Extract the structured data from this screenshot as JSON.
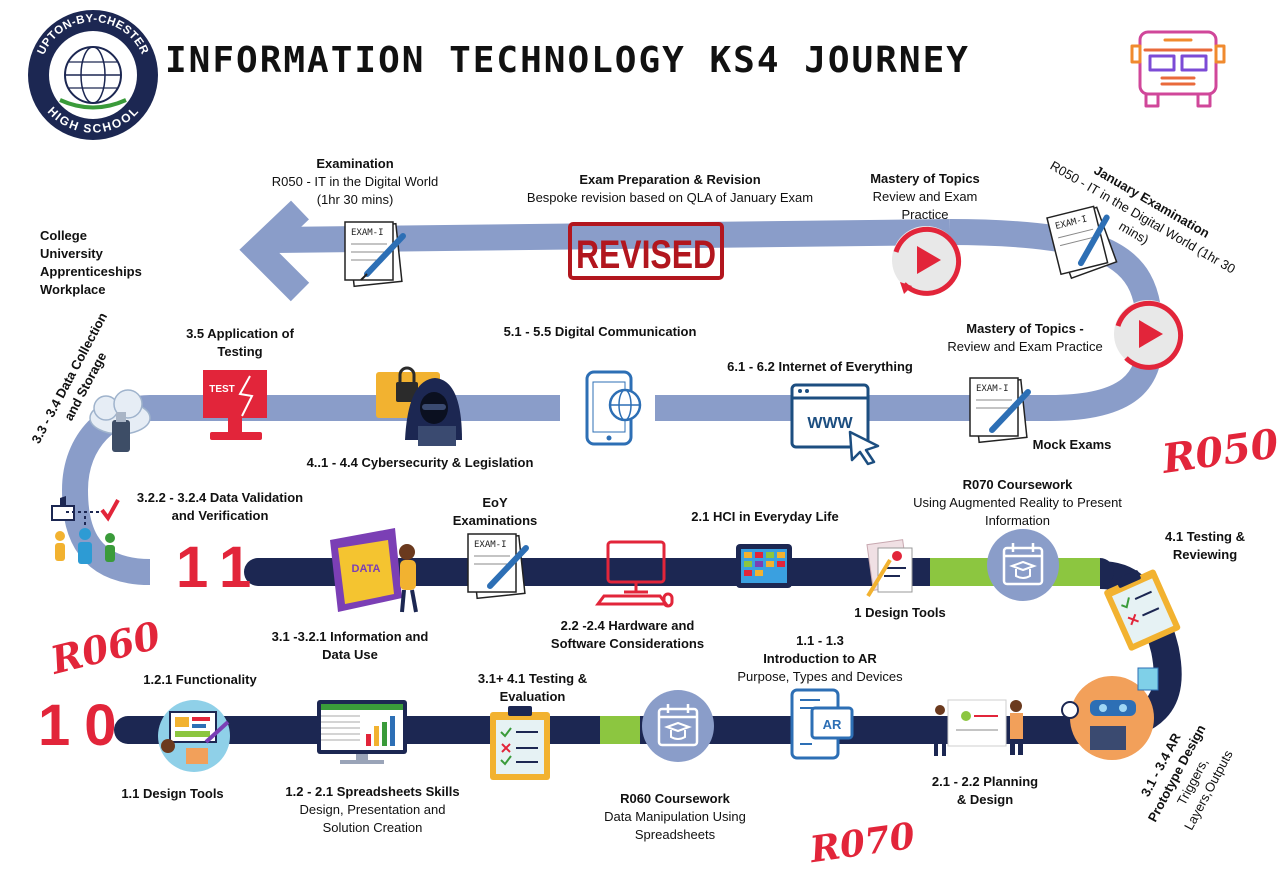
{
  "header": {
    "title": "INFORMATION TECHNOLOGY KS4 JOURNEY",
    "logo_top": "UPTON-BY-CHESTER",
    "logo_bottom": "HIGH SCHOOL"
  },
  "colors": {
    "track_dark": "#1c2752",
    "track_light": "#8a9dc9",
    "track_green": "#8cc640",
    "accent_red": "#e2253a"
  },
  "destinations": [
    "College",
    "University",
    "Apprenticeships",
    "Workplace"
  ],
  "top_row": {
    "examination": {
      "title": "Examination",
      "line1": "R050 - IT in the Digital World",
      "line2": "(1hr 30 mins)"
    },
    "exam_prep": {
      "title": "Exam Preparation & Revision",
      "desc": "Bespoke revision based on QLA of January Exam"
    },
    "revised_stamp": "REVISED",
    "mastery1": {
      "title": "Mastery of Topics",
      "line1": "Review and Exam",
      "line2": "Practice"
    },
    "january": {
      "title": "January Examination",
      "line1": "R050 - IT in the Digital World (1hr 30",
      "line2": "mins)"
    }
  },
  "second_row": {
    "mastery2": {
      "title": "Mastery of Topics -",
      "desc": "Review and Exam Practice"
    },
    "mock": "Mock Exams",
    "internet": "6.1 - 6.2 Internet of Everything",
    "digital_comm": "5.1 - 5.5 Digital Communication",
    "cyber": "4..1 - 4.4 Cybersecurity & Legislation",
    "app_testing": {
      "line1": "3.5 Application of",
      "line2": "Testing"
    },
    "data_collection": {
      "line1": "3.3 - 3.4 Data Collection",
      "line2": "and Storage"
    }
  },
  "third_row": {
    "validation": {
      "line1": "3.2.2 - 3.2.4 Data Validation",
      "line2": "and Verification"
    },
    "info_data": {
      "line1": "3.1 -3.2.1 Information and",
      "line2": "Data Use"
    },
    "eoy": {
      "line1": "EoY",
      "line2": "Examinations"
    },
    "hardware": {
      "line1": "2.2 -2.4 Hardware and",
      "line2": "Software Considerations"
    },
    "hci": "2.1 HCI in Everyday Life",
    "design_tools_top": "1 Design Tools",
    "r070": {
      "title": "R070 Coursework",
      "line1": "Using Augmented Reality to Present",
      "line2": "Information"
    },
    "testing_reviewing": {
      "line1": "4.1 Testing &",
      "line2": "Reviewing"
    }
  },
  "bottom_row": {
    "functionality": "1.2.1 Functionality",
    "design_tools": "1.1 Design Tools",
    "spreadsheets": {
      "title": "1.2 - 2.1 Spreadsheets Skills",
      "line1": "Design, Presentation and",
      "line2": "Solution Creation"
    },
    "testing_eval": {
      "line1": "3.1+ 4.1 Testing &",
      "line2": "Evaluation"
    },
    "r060": {
      "title": "R060 Coursework",
      "line1": "Data Manipulation Using",
      "line2": "Spreadsheets"
    },
    "intro_ar": {
      "line1": "1.1 - 1.3",
      "line2": "Introduction to AR",
      "desc": "Purpose, Types and Devices"
    },
    "planning": {
      "line1": "2.1 - 2.2 Planning",
      "line2": "& Design"
    },
    "ar_prototype": {
      "line1": "3.1 - 3.4 AR",
      "line2": "Prototype Design",
      "line3": "Triggers,",
      "line4": "Layers,Outputs"
    }
  },
  "markers": {
    "r050": "R050",
    "r060": "R060",
    "r070": "R070",
    "year11": "11",
    "year10": "10"
  },
  "icon_text": {
    "exam_paper": "EXAM-I",
    "test_sign": "TEST",
    "www": "WWW",
    "data_book": "DATA",
    "ar": "AR"
  }
}
